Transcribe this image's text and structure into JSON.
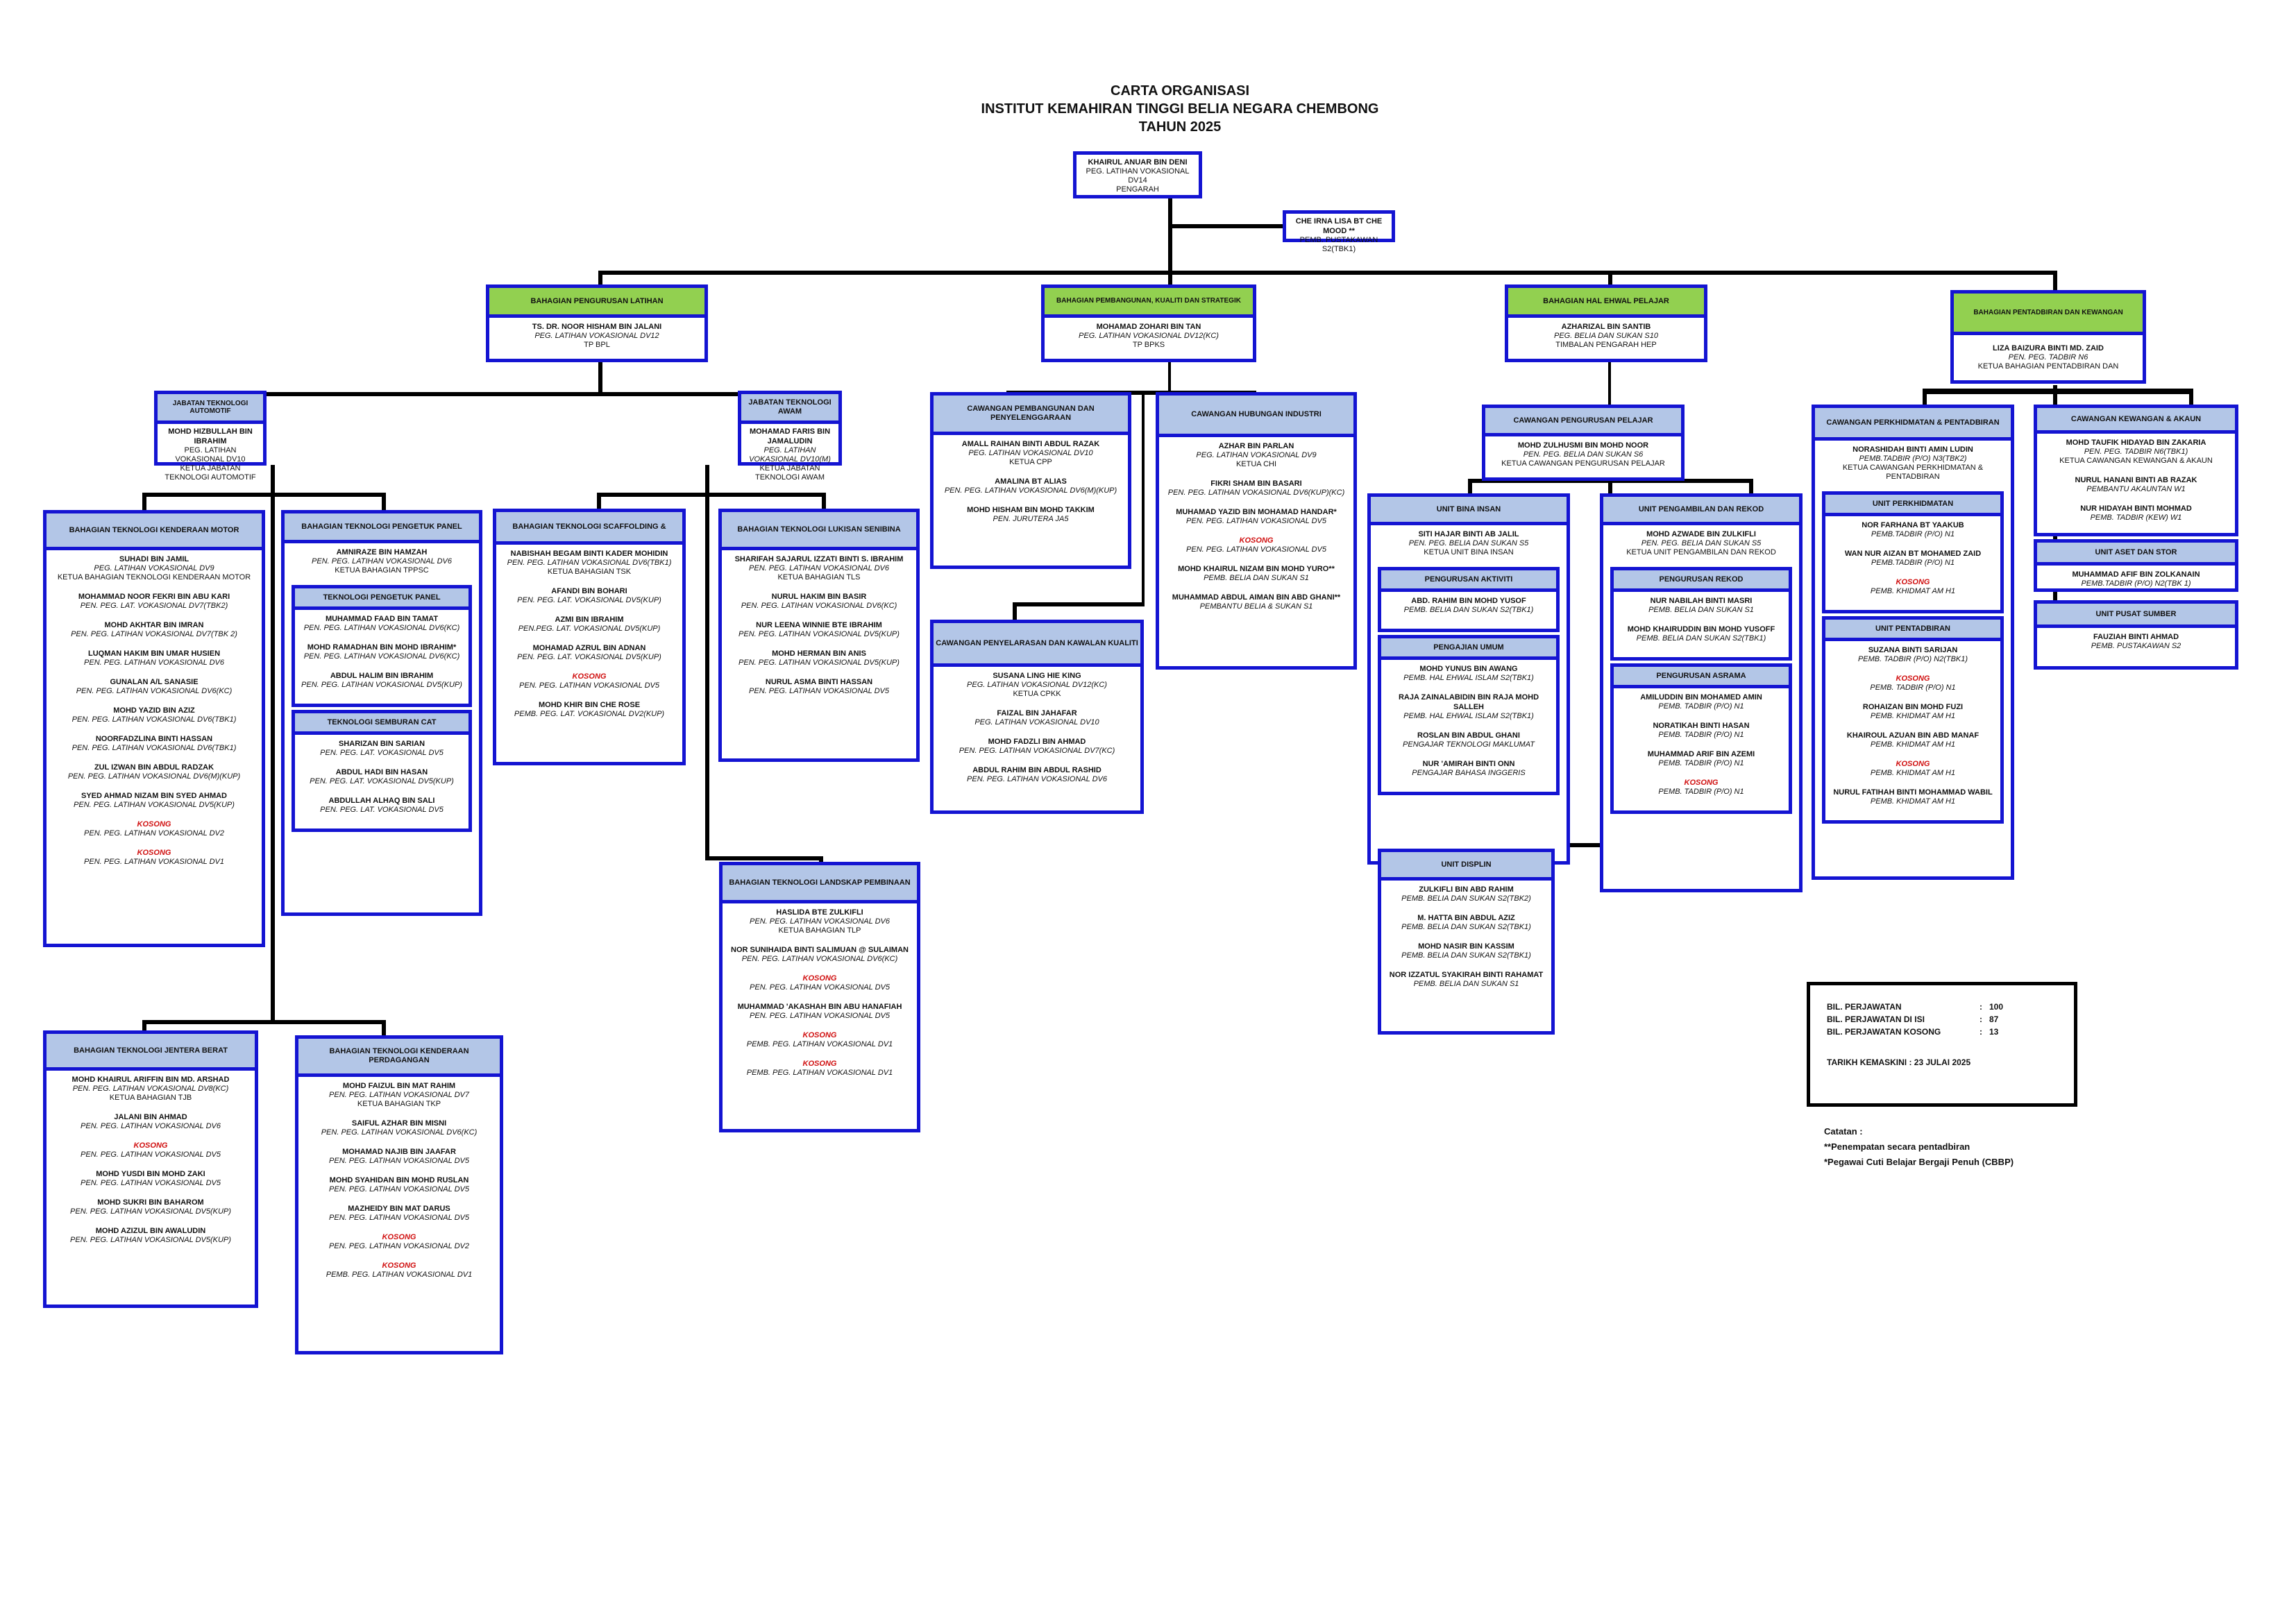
{
  "title": {
    "line1": "CARTA ORGANISASI",
    "line2": "INSTITUT KEMAHIRAN TINGGI BELIA NEGARA CHEMBONG",
    "line3": "TAHUN 2025"
  },
  "director": {
    "name": "KHAIRUL ANUAR BIN DENI",
    "grade": "PEG. LATIHAN VOKASIONAL DV14",
    "post": "PENGARAH"
  },
  "librarian": {
    "name": "CHE IRNA LISA BT CHE MOOD **",
    "grade": "PEMB. PUSTAKAWAN S2(TBK1)"
  },
  "divisions": [
    {
      "title": "BAHAGIAN PENGURUSAN LATIHAN",
      "name": "TS. DR. NOOR HISHAM BIN JALANI",
      "grade": "PEG. LATIHAN VOKASIONAL DV12",
      "post": "TP BPL"
    },
    {
      "title": "BAHAGIAN PEMBANGUNAN, KUALITI DAN STRATEGIK",
      "name": "MOHAMAD ZOHARI BIN TAN",
      "grade": "PEG. LATIHAN VOKASIONAL DV12(KC)",
      "post": "TP BPKS"
    },
    {
      "title": "BAHAGIAN HAL EHWAL PELAJAR",
      "name": "AZHARIZAL BIN SANTIB",
      "grade": "PEG. BELIA DAN SUKAN S10",
      "post": "TIMBALAN PENGARAH HEP"
    },
    {
      "title": "BAHAGIAN PENTADBIRAN DAN KEWANGAN",
      "name": "LIZA BAIZURA BINTI MD. ZAID",
      "grade": "PEN. PEG. TADBIR N6",
      "post": "KETUA BAHAGIAN PENTADBIRAN DAN"
    }
  ],
  "departments": [
    {
      "title": "JABATAN TEKNOLOGI AUTOMOTIF",
      "name": "MOHD HIZBULLAH BIN IBRAHIM",
      "grade": "PEG. LATIHAN VOKASIONAL DV10",
      "post": "KETUA JABATAN TEKNOLOGI AUTOMOTIF"
    },
    {
      "title": "JABATAN TEKNOLOGI AWAM",
      "name": "MOHAMAD FARIS BIN JAMALUDIN",
      "grade": "PEG. LATIHAN VOKASIONAL DV10(M)",
      "post": "KETUA JABATAN TEKNOLOGI AWAM"
    }
  ],
  "units": {
    "tkm": {
      "title": "BAHAGIAN TEKNOLOGI KENDERAAN MOTOR",
      "staff": [
        {
          "name": "SUHADI BIN JAMIL",
          "grade": "PEG. LATIHAN VOKASIONAL DV9",
          "post": "KETUA BAHAGIAN TEKNOLOGI KENDERAAN MOTOR"
        },
        {
          "name": "MOHAMMAD NOOR FEKRI BIN ABU KARI",
          "grade": "PEN. PEG. LAT. VOKASIONAL DV7(TBK2)"
        },
        {
          "name": "MOHD AKHTAR BIN IMRAN",
          "grade": "PEN. PEG. LATIHAN VOKASIONAL DV7(TBK 2)"
        },
        {
          "name": "LUQMAN HAKIM BIN UMAR HUSIEN",
          "grade": "PEN. PEG. LATIHAN VOKASIONAL DV6"
        },
        {
          "name": "GUNALAN A/L SANASIE",
          "grade": "PEN. PEG. LATIHAN VOKASIONAL DV6(KC)"
        },
        {
          "name": "MOHD YAZID BIN AZIZ",
          "grade": "PEN. PEG. LATIHAN VOKASIONAL DV6(TBK1)"
        },
        {
          "name": "NOORFADZLINA BINTI HASSAN",
          "grade": "PEN. PEG. LATIHAN VOKASIONAL DV6(TBK1)"
        },
        {
          "name": "ZUL IZWAN BIN ABDUL RADZAK",
          "grade": "PEN. PEG. LATIHAN VOKASIONAL DV6(M)(KUP)"
        },
        {
          "name": "SYED AHMAD NIZAM BIN SYED AHMAD",
          "grade": "PEN. PEG. LATIHAN VOKASIONAL DV5(KUP)"
        },
        {
          "name": "KOSONG",
          "grade": "PEN. PEG. LATIHAN VOKASIONAL DV2",
          "vacant": true
        },
        {
          "name": "KOSONG",
          "grade": "PEN. PEG. LATIHAN VOKASIONAL DV1",
          "vacant": true
        }
      ]
    },
    "tpp": {
      "title": "BAHAGIAN TEKNOLOGI PENGETUK PANEL",
      "head": {
        "name": "AMNIRAZE BIN HAMZAH",
        "grade": "PEN. PEG. LATIHAN VOKASIONAL DV6",
        "post": "KETUA BAHAGIAN TPPSC"
      },
      "sub1": {
        "title": "TEKNOLOGI PENGETUK PANEL",
        "staff": [
          {
            "name": "MUHAMMAD FAAD BIN TAMAT",
            "grade": "PEN. PEG. LATIHAN VOKASIONAL DV6(KC)"
          },
          {
            "name": "MOHD RAMADHAN BIN MOHD IBRAHIM*",
            "grade": "PEN. PEG. LATIHAN VOKASIONAL DV6(KC)"
          },
          {
            "name": "ABDUL HALIM BIN IBRAHIM",
            "grade": "PEN. PEG. LATIHAN VOKASIONAL DV5(KUP)"
          }
        ]
      },
      "sub2": {
        "title": "TEKNOLOGI SEMBURAN CAT",
        "staff": [
          {
            "name": "SHARIZAN BIN SARIAN",
            "grade": "PEN. PEG. LAT. VOKASIONAL DV5"
          },
          {
            "name": "ABDUL HADI BIN HASAN",
            "grade": "PEN. PEG. LAT. VOKASIONAL DV5(KUP)"
          },
          {
            "name": "ABDULLAH ALHAQ BIN SALI",
            "grade": "PEN. PEG. LAT. VOKASIONAL DV5"
          }
        ]
      }
    },
    "tsk": {
      "title": "BAHAGIAN TEKNOLOGI SCAFFOLDING &",
      "staff": [
        {
          "name": "NABISHAH BEGAM BINTI KADER MOHIDIN",
          "grade": "PEN. PEG. LATIHAN VOKASIONAL DV6(TBK1)",
          "post": "KETUA BAHAGIAN TSK"
        },
        {
          "name": "AFANDI BIN BOHARI",
          "grade": "PEN. PEG. LAT. VOKASIONAL DV5(KUP)"
        },
        {
          "name": "AZMI BIN IBRAHIM",
          "grade": "PEN.PEG. LAT. VOKASIONAL DV5(KUP)"
        },
        {
          "name": "MOHAMAD AZRUL BIN ADNAN",
          "grade": "PEN. PEG. LAT. VOKASIONAL DV5(KUP)"
        },
        {
          "name": "KOSONG",
          "grade": "PEN. PEG. LATIHAN VOKASIONAL DV5",
          "vacant": true
        },
        {
          "name": "MOHD KHIR BIN CHE ROSE",
          "grade": "PEMB. PEG. LAT. VOKASIONAL DV2(KUP)"
        }
      ]
    },
    "tls": {
      "title": "BAHAGIAN TEKNOLOGI LUKISAN SENIBINA",
      "staff": [
        {
          "name": "SHARIFAH SAJARUL IZZATI BINTI S. IBRAHIM",
          "grade": "PEN. PEG. LATIHAN VOKASIONAL DV6",
          "post": "KETUA BAHAGIAN TLS"
        },
        {
          "name": "NURUL HAKIM BIN BASIR",
          "grade": "PEN. PEG. LATIHAN VOKASIONAL DV6(KC)"
        },
        {
          "name": "NUR LEENA WINNIE BTE IBRAHIM",
          "grade": "PEN. PEG. LATIHAN VOKASIONAL DV5(KUP)"
        },
        {
          "name": "MOHD HERMAN BIN ANIS",
          "grade": "PEN. PEG. LATIHAN VOKASIONAL DV5(KUP)"
        },
        {
          "name": "NURUL ASMA BINTI HASSAN",
          "grade": "PEN. PEG. LATIHAN VOKASIONAL DV5"
        }
      ]
    },
    "tlp": {
      "title": "BAHAGIAN TEKNOLOGI LANDSKAP PEMBINAAN",
      "staff": [
        {
          "name": "HASLIDA BTE ZULKIFLI",
          "grade": "PEN. PEG. LATIHAN VOKASIONAL DV6",
          "post": "KETUA BAHAGIAN TLP"
        },
        {
          "name": "NOR SUNIHAIDA BINTI SALIMUAN @ SULAIMAN",
          "grade": "PEN. PEG. LATIHAN VOKASIONAL DV6(KC)"
        },
        {
          "name": "KOSONG",
          "grade": "PEN. PEG. LATIHAN VOKASIONAL DV5",
          "vacant": true
        },
        {
          "name": "MUHAMMAD 'AKASHAH BIN ABU HANAFIAH",
          "grade": "PEN. PEG. LATIHAN VOKASIONAL DV5"
        },
        {
          "name": "KOSONG",
          "grade": "PEMB. PEG. LATIHAN VOKASIONAL DV1",
          "vacant": true
        },
        {
          "name": "KOSONG",
          "grade": "PEMB. PEG. LATIHAN VOKASIONAL DV1",
          "vacant": true
        }
      ]
    },
    "tjb": {
      "title": "BAHAGIAN TEKNOLOGI JENTERA BERAT",
      "staff": [
        {
          "name": "MOHD KHAIRUL ARIFFIN BIN MD. ARSHAD",
          "grade": "PEN. PEG. LATIHAN VOKASIONAL DV8(KC)",
          "post": "KETUA BAHAGIAN TJB"
        },
        {
          "name": "JALANI BIN AHMAD",
          "grade": "PEN. PEG. LATIHAN VOKASIONAL DV6"
        },
        {
          "name": "KOSONG",
          "grade": "PEN. PEG. LATIHAN VOKASIONAL DV5",
          "vacant": true
        },
        {
          "name": "MOHD YUSDI BIN MOHD ZAKI",
          "grade": "PEN. PEG. LATIHAN VOKASIONAL DV5"
        },
        {
          "name": "MOHD SUKRI BIN BAHAROM",
          "grade": "PEN. PEG. LATIHAN VOKASIONAL DV5(KUP)"
        },
        {
          "name": "MOHD AZIZUL BIN AWALUDIN",
          "grade": "PEN. PEG. LATIHAN VOKASIONAL DV5(KUP)"
        }
      ]
    },
    "tkp": {
      "title": "BAHAGIAN TEKNOLOGI KENDERAAN PERDAGANGAN",
      "staff": [
        {
          "name": "MOHD FAIZUL BIN MAT RAHIM",
          "grade": "PEN. PEG. LATIHAN VOKASIONAL DV7",
          "post": "KETUA BAHAGIAN TKP"
        },
        {
          "name": "SAIFUL AZHAR BIN MISNI",
          "grade": "PEN. PEG. LATIHAN VOKASIONAL DV6(KC)"
        },
        {
          "name": "MOHAMAD NAJIB BIN JAAFAR",
          "grade": "PEN. PEG. LATIHAN VOKASIONAL DV5"
        },
        {
          "name": "MOHD SYAHIDAN BIN MOHD RUSLAN",
          "grade": "PEN. PEG. LATIHAN VOKASIONAL DV5"
        },
        {
          "name": "MAZHEIDY BIN MAT DARUS",
          "grade": "PEN. PEG. LATIHAN VOKASIONAL DV5"
        },
        {
          "name": "KOSONG",
          "grade": "PEN. PEG. LATIHAN VOKASIONAL DV2",
          "vacant": true
        },
        {
          "name": "KOSONG",
          "grade": "PEMB. PEG. LATIHAN VOKASIONAL DV1",
          "vacant": true
        }
      ]
    },
    "cpp": {
      "title": "CAWANGAN PEMBANGUNAN DAN PENYELENGGARAAN",
      "staff": [
        {
          "name": "AMALL RAIHAN BINTI ABDUL RAZAK",
          "grade": "PEG. LATIHAN VOKASIONAL DV10",
          "post": "KETUA CPP"
        },
        {
          "name": "AMALINA BT ALIAS",
          "grade": "PEN. PEG. LATIHAN VOKASIONAL DV6(M)(KUP)"
        },
        {
          "name": "MOHD HISHAM BIN MOHD TAKKIM",
          "grade": "PEN. JURUTERA JA5"
        }
      ]
    },
    "chi": {
      "title": "CAWANGAN HUBUNGAN INDUSTRI",
      "staff": [
        {
          "name": "AZHAR BIN PARLAN",
          "grade": "PEG. LATIHAN VOKASIONAL DV9",
          "post": "KETUA CHI"
        },
        {
          "name": "FIKRI SHAM BIN BASARI",
          "grade": "PEN. PEG. LATIHAN VOKASIONAL DV6(KUP)(KC)"
        },
        {
          "name": "MUHAMAD YAZID BIN MOHAMAD HANDAR*",
          "grade": "PEN. PEG. LATIHAN VOKASIONAL DV5"
        },
        {
          "name": "KOSONG",
          "grade": "PEN. PEG. LATIHAN VOKASIONAL DV5",
          "vacant": true
        },
        {
          "name": "MOHD KHAIRUL NIZAM BIN MOHD YURO**",
          "grade": "PEMB. BELIA DAN SUKAN S1"
        },
        {
          "name": "MUHAMMAD ABDUL AIMAN BIN ABD GHANI**",
          "grade": "PEMBANTU BELIA & SUKAN S1"
        }
      ]
    },
    "cpkk": {
      "title": "CAWANGAN PENYELARASAN DAN KAWALAN KUALITI",
      "staff": [
        {
          "name": "SUSANA LING HIE KING",
          "grade": "PEG. LATIHAN VOKASIONAL DV12(KC)",
          "post": "KETUA CPKK"
        },
        {
          "name": "FAIZAL BIN JAHAFAR",
          "grade": "PEG. LATIHAN VOKASIONAL DV10"
        },
        {
          "name": "MOHD FADZLI BIN AHMAD",
          "grade": "PEN. PEG. LATIHAN VOKASIONAL DV7(KC)"
        },
        {
          "name": "ABDUL RAHIM BIN ABDUL RASHID",
          "grade": "PEN. PEG. LATIHAN VOKASIONAL DV6"
        }
      ]
    },
    "cpl": {
      "title": "CAWANGAN PENGURUSAN PELAJAR",
      "name": "MOHD ZULHUSMI BIN MOHD NOOR",
      "grade": "PEN. PEG. BELIA DAN SUKAN S6",
      "post": "KETUA CAWANGAN PENGURUSAN PELAJAR"
    },
    "ubi": {
      "title": "UNIT BINA INSAN",
      "head": {
        "name": "SITI HAJAR BINTI AB JALIL",
        "grade": "PEN. PEG. BELIA DAN SUKAN S5",
        "post": "KETUA UNIT BINA INSAN"
      },
      "sub1": {
        "title": "PENGURUSAN AKTIVITI",
        "staff": [
          {
            "name": "ABD. RAHIM BIN MOHD YUSOF",
            "grade": "PEMB. BELIA DAN SUKAN S2(TBK1)"
          }
        ]
      },
      "sub2": {
        "title": "PENGAJIAN UMUM",
        "staff": [
          {
            "name": "MOHD YUNUS BIN AWANG",
            "grade": "PEMB. HAL EHWAL ISLAM S2(TBK1)"
          },
          {
            "name": "RAJA ZAINALABIDIN BIN RAJA MOHD SALLEH",
            "grade": "PEMB. HAL EHWAL ISLAM S2(TBK1)"
          },
          {
            "name": "ROSLAN BIN ABDUL GHANI",
            "grade": "PENGAJAR TEKNOLOGI MAKLUMAT"
          },
          {
            "name": "NUR 'AMIRAH BINTI ONN",
            "grade": "PENGAJAR BAHASA INGGERIS"
          }
        ]
      }
    },
    "upr": {
      "title": "UNIT PENGAMBILAN DAN REKOD",
      "head": {
        "name": "MOHD AZWADE BIN ZULKIFLI",
        "grade": "PEN. PEG. BELIA DAN SUKAN S5",
        "post": "KETUA UNIT PENGAMBILAN DAN REKOD"
      },
      "sub1": {
        "title": "PENGURUSAN REKOD",
        "staff": [
          {
            "name": "NUR NABILAH BINTI MASRI",
            "grade": "PEMB. BELIA DAN SUKAN S1"
          },
          {
            "name": "MOHD KHAIRUDDIN BIN MOHD YUSOFF",
            "grade": "PEMB. BELIA DAN SUKAN S2(TBK1)"
          }
        ]
      },
      "sub2": {
        "title": "PENGURUSAN ASRAMA",
        "staff": [
          {
            "name": "AMILUDDIN BIN MOHAMED AMIN",
            "grade": "PEMB. TADBIR (P/O) N1"
          },
          {
            "name": "NORATIKAH BINTI HASAN",
            "grade": "PEMB. TADBIR (P/O) N1"
          },
          {
            "name": "MUHAMMAD ARIF BIN AZEMI",
            "grade": "PEMB. TADBIR (P/O) N1"
          },
          {
            "name": "KOSONG",
            "grade": "PEMB. TADBIR (P/O) N1",
            "vacant": true
          }
        ]
      }
    },
    "ud": {
      "title": "UNIT DISPLIN",
      "staff": [
        {
          "name": "ZULKIFLI BIN ABD RAHIM",
          "grade": "PEMB. BELIA DAN SUKAN S2(TBK2)"
        },
        {
          "name": "M. HATTA BIN ABDUL AZIZ",
          "grade": "PEMB. BELIA DAN SUKAN S2(TBK1)"
        },
        {
          "name": "MOHD NASIR BIN KASSIM",
          "grade": "PEMB. BELIA DAN SUKAN S2(TBK1)"
        },
        {
          "name": "NOR IZZATUL SYAKIRAH BINTI RAHAMAT",
          "grade": "PEMB. BELIA DAN SUKAN S1"
        }
      ]
    },
    "cpa": {
      "title": "CAWANGAN PERKHIDMATAN & PENTADBIRAN",
      "head": {
        "name": "NORASHIDAH BINTI AMIN LUDIN",
        "grade": "PEMB.TADBIR (P/O) N3(TBK2)",
        "post": "KETUA CAWANGAN PERKHIDMATAN & PENTADBIRAN"
      },
      "sub1": {
        "title": "UNIT PERKHIDMATAN",
        "staff": [
          {
            "name": "NOR FARHANA BT YAAKUB",
            "grade": "PEMB.TADBIR (P/O) N1"
          },
          {
            "name": "WAN NUR AIZAN BT MOHAMED ZAID",
            "grade": "PEMB.TADBIR (P/O) N1"
          },
          {
            "name": "KOSONG",
            "grade": "PEMB. KHIDMAT AM H1",
            "vacant": true
          }
        ]
      },
      "sub2": {
        "title": "UNIT PENTADBIRAN",
        "staff": [
          {
            "name": "SUZANA BINTI SARIJAN",
            "grade": "PEMB. TADBIR (P/O) N2(TBK1)"
          },
          {
            "name": "KOSONG",
            "grade": "PEMB. TADBIR (P/O) N1",
            "vacant": true
          },
          {
            "name": "ROHAIZAN BIN MOHD FUZI",
            "grade": "PEMB. KHIDMAT AM H1"
          },
          {
            "name": "KHAIROUL AZUAN BIN ABD MANAF",
            "grade": "PEMB. KHIDMAT AM H1"
          },
          {
            "name": "KOSONG",
            "grade": "PEMB. KHIDMAT AM H1",
            "vacant": true
          },
          {
            "name": "NURUL FATIHAH BINTI MOHAMMAD WABIL",
            "grade": "PEMB. KHIDMAT AM H1"
          }
        ]
      }
    },
    "cka": {
      "title": "CAWANGAN KEWANGAN & AKAUN",
      "staff": [
        {
          "name": "MOHD TAUFIK HIDAYAD BIN ZAKARIA",
          "grade": "PEN. PEG. TADBIR N6(TBK1)",
          "post": "KETUA CAWANGAN KEWANGAN & AKAUN"
        },
        {
          "name": "NURUL HANANI BINTI AB RAZAK",
          "grade": "PEMBANTU AKAUNTAN W1"
        },
        {
          "name": "NUR HIDAYAH BINTI MOHMAD",
          "grade": "PEMB. TADBIR (KEW) W1"
        }
      ]
    },
    "uas": {
      "title": "UNIT ASET DAN STOR",
      "staff": [
        {
          "name": "MUHAMMAD AFIF BIN ZOLKANAIN",
          "grade": "PEMB.TADBIR (P/O) N2(TBK 1)"
        }
      ]
    },
    "ups": {
      "title": "UNIT PUSAT SUMBER",
      "staff": [
        {
          "name": "FAUZIAH BINTI AHMAD",
          "grade": "PEMB. PUSTAKAWAN S2"
        }
      ]
    }
  },
  "summary": {
    "rows": [
      {
        "label": "BIL. PERJAWATAN",
        "value": "100"
      },
      {
        "label": "BIL. PERJAWATAN DI ISI",
        "value": "87"
      },
      {
        "label": "BIL. PERJAWATAN KOSONG",
        "value": "13"
      }
    ],
    "updated": "TARIKH KEMASKINI : 23 JULAI 2025"
  },
  "notes": {
    "title": "Catatan :",
    "items": [
      "**Penempatan secara pentadbiran",
      "*Pegawai Cuti Belajar Bergaji Penuh (CBBP)"
    ]
  },
  "colors": {
    "border": "#1414d2",
    "header": "#b3c6e7",
    "division_header": "#92d050",
    "vacant": "#d01010"
  }
}
